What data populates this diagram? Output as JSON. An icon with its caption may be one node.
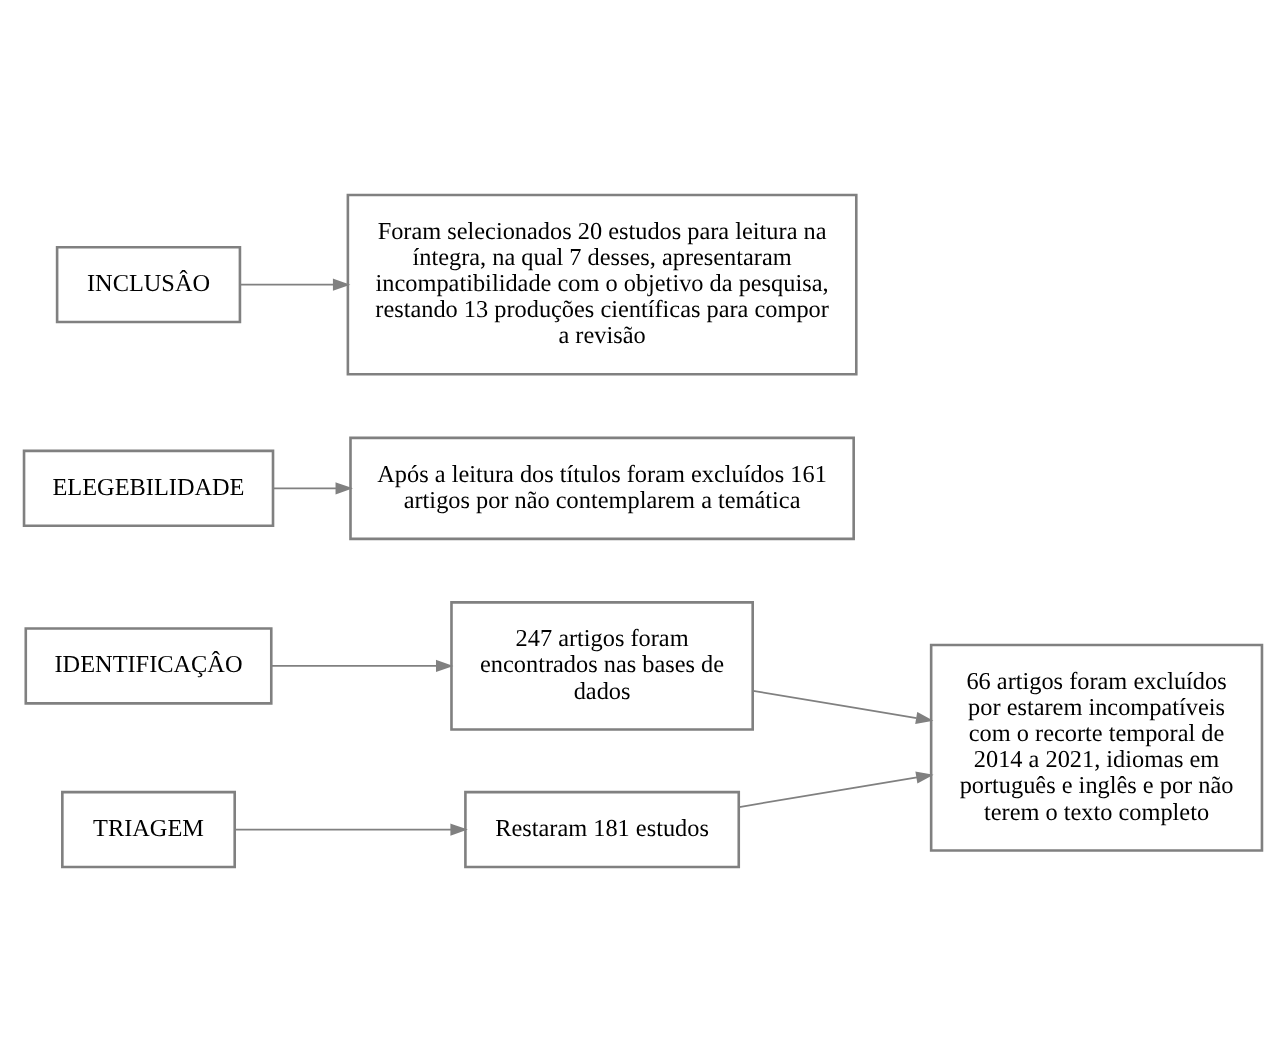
{
  "diagram": {
    "nodes": [
      {
        "text": [
          "IDENTIFICAÇÂO"
        ]
      },
      {
        "text": [
          "247 artigos foram encontrados nas bases de dados"
        ]
      },
      {
        "text": [
          "66 artigos foram excluídos por estarem incompatíveis com o recorte temporal de 2014 a 2021, idiomas em português e inglês e por não terem o texto completo"
        ]
      },
      {
        "text": [
          "TRIAGEM"
        ]
      },
      {
        "text": [
          "Restaram 181 estudos"
        ]
      },
      {
        "text": [
          "ELEGEBILIDADE"
        ]
      },
      {
        "text": [
          "Após a leitura dos títulos foram excluídos 161 artigos por não contemplarem a temática"
        ]
      },
      {
        "text": [
          "INCLUSÂO"
        ]
      },
      {
        "text": [
          "Foram selecionados 20 estudos para leitura na íntegra, na qual 7 desses, apresentaram incompatibilidade com o objetivo da pesquisa, restando 13 produções científicas para compor a revisão"
        ]
      }
    ],
    "edges": [
      {
        "from": 0,
        "to": 1,
        "arrow": "to"
      },
      {
        "from": 1,
        "to": 2,
        "arrow": "to"
      },
      {
        "from": 3,
        "to": 4,
        "arrow": "to"
      },
      {
        "from": 4,
        "to": 2,
        "arrow": "to"
      },
      {
        "from": 5,
        "to": 6,
        "arrow": "to"
      },
      {
        "from": 7,
        "to": 8,
        "arrow": "to"
      }
    ]
  }
}
